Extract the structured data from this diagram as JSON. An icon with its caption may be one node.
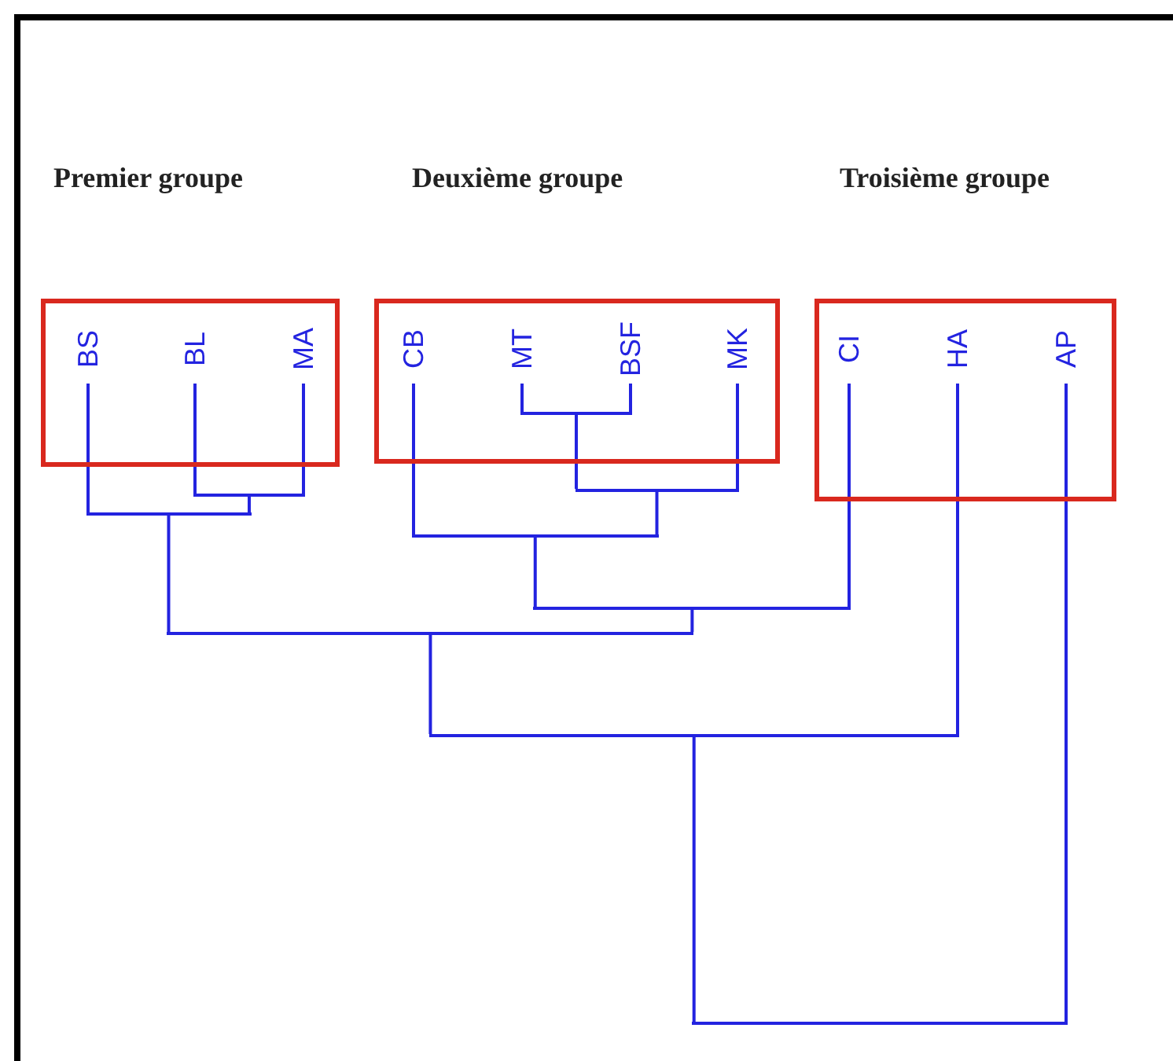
{
  "diagram": {
    "nodes": [
      {
        "text": [
          "Premier groupe"
        ]
      },
      {
        "text": [
          "BS"
        ],
        "in": 0
      },
      {
        "text": [
          "BL"
        ],
        "in": 0
      },
      {
        "text": [
          "MA"
        ],
        "in": 0
      },
      {
        "text": [
          "Deuxième groupe"
        ]
      },
      {
        "text": [
          "CB"
        ],
        "in": 4
      },
      {
        "text": [
          "MT"
        ],
        "in": 4
      },
      {
        "text": [
          "BSF"
        ],
        "in": 4
      },
      {
        "text": [
          "MK"
        ],
        "in": 4
      },
      {
        "text": [
          "Troisième groupe"
        ]
      },
      {
        "text": [
          "CI"
        ],
        "in": 9
      },
      {
        "text": [
          "HA"
        ],
        "in": 9
      },
      {
        "text": [
          "AP"
        ],
        "in": 9
      },
      {
        "text": [],
        "shape": "bar"
      },
      {
        "text": [],
        "shape": "bar"
      },
      {
        "text": [],
        "shape": "bar",
        "in": 4
      },
      {
        "text": [],
        "shape": "bar"
      },
      {
        "text": [],
        "shape": "bar"
      },
      {
        "text": [],
        "shape": "bar"
      },
      {
        "text": [],
        "shape": "bar"
      },
      {
        "text": [],
        "shape": "bar"
      },
      {
        "text": [],
        "shape": "bar"
      }
    ],
    "edges": [
      {
        "from": 2,
        "to": 13,
        "arrow": "none"
      },
      {
        "from": 3,
        "to": 13,
        "arrow": "none"
      },
      {
        "from": 1,
        "to": 14,
        "arrow": "none"
      },
      {
        "from": 13,
        "to": 14,
        "arrow": "none"
      },
      {
        "from": 6,
        "to": 15,
        "arrow": "none"
      },
      {
        "from": 7,
        "to": 15,
        "arrow": "none"
      },
      {
        "from": 15,
        "to": 16,
        "arrow": "none"
      },
      {
        "from": 8,
        "to": 16,
        "arrow": "none"
      },
      {
        "from": 5,
        "to": 17,
        "arrow": "none"
      },
      {
        "from": 16,
        "to": 17,
        "arrow": "none"
      },
      {
        "from": 17,
        "to": 18,
        "arrow": "none"
      },
      {
        "from": 10,
        "to": 18,
        "arrow": "none"
      },
      {
        "from": 14,
        "to": 19,
        "arrow": "none"
      },
      {
        "from": 18,
        "to": 19,
        "arrow": "none"
      },
      {
        "from": 19,
        "to": 20,
        "arrow": "none"
      },
      {
        "from": 11,
        "to": 20,
        "arrow": "none"
      },
      {
        "from": 20,
        "to": 21,
        "arrow": "none"
      },
      {
        "from": 12,
        "to": 21,
        "arrow": "none"
      }
    ]
  }
}
